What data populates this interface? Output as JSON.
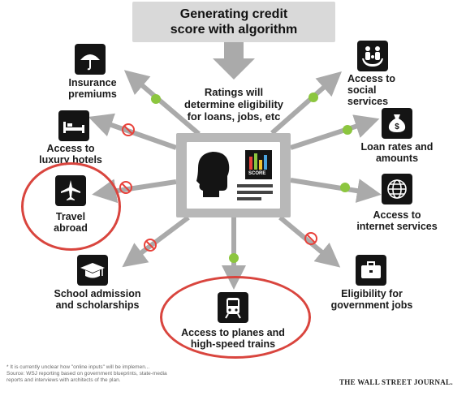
{
  "title": {
    "line1": "Generating credit",
    "line2": "score with algorithm"
  },
  "center": {
    "line1": "Ratings will",
    "line2": "determine eligibility",
    "line3": "for loans, jobs, etc",
    "score_label": "SCORE"
  },
  "nodes": {
    "insurance": {
      "line1": "Insurance",
      "line2": "premiums",
      "icon": "umbrella-icon"
    },
    "hotels": {
      "line1": "Access to",
      "line2": "luxury hotels",
      "icon": "bed-icon"
    },
    "travel": {
      "line1": "Travel",
      "line2": "abroad",
      "icon": "airplane-icon"
    },
    "school": {
      "line1": "School admission",
      "line2": "and scholarships",
      "icon": "graduation-cap-icon"
    },
    "trains": {
      "line1": "Access to planes and",
      "line2": "high-speed trains",
      "icon": "train-icon"
    },
    "government": {
      "line1": "Eligibility for",
      "line2": "government jobs",
      "icon": "briefcase-icon"
    },
    "internet": {
      "line1": "Access to",
      "line2": "internet services",
      "icon": "globe-icon"
    },
    "loans": {
      "line1": "Loan rates and",
      "line2": "amounts",
      "icon": "money-bag-icon"
    },
    "social": {
      "line1": "Access to",
      "line2": "social",
      "line3": "services",
      "icon": "family-icon"
    }
  },
  "colors": {
    "allowed": "#8cc63f",
    "denied": "#e8413a",
    "ring": "#d9453e",
    "arrow": "#aaaaaa",
    "box": "#b8b8b8"
  },
  "footnote": {
    "line1": "* It is currently unclear how \"online inputs\" will be implemen...",
    "line2": "Source: WSJ reporting based on government blueprints, state-media",
    "line3": "reports and interviews with architects of the plan."
  },
  "source_credit": "THE WALL STREET JOURNAL."
}
